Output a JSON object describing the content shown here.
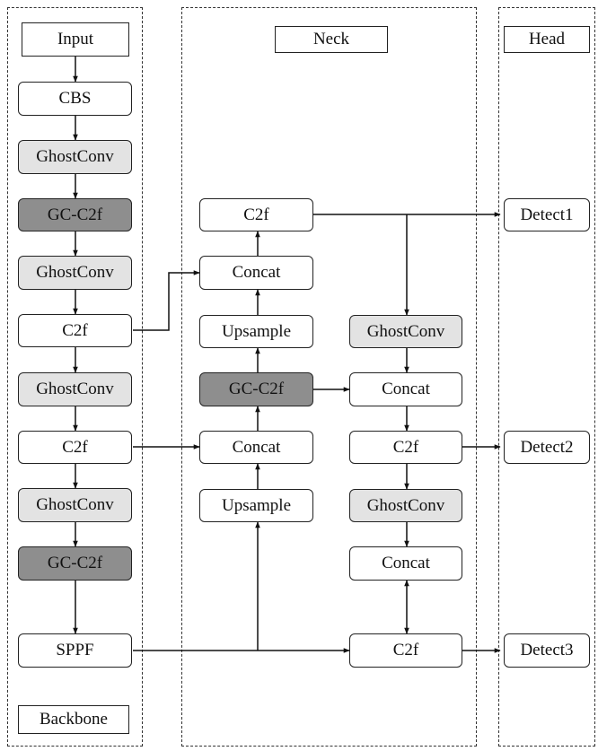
{
  "diagram": {
    "sections": {
      "backbone": "Backbone",
      "neck": "Neck",
      "head": "Head"
    },
    "input": "Input",
    "backbone_nodes": {
      "b1": "CBS",
      "b2": "GhostConv",
      "b3": "GC-C2f",
      "b4": "GhostConv",
      "b5": "C2f",
      "b6": "GhostConv",
      "b7": "C2f",
      "b8": "GhostConv",
      "b9": "GC-C2f",
      "b10": "SPPF"
    },
    "neck_nodes": {
      "n_c2f_top": "C2f",
      "n_concat_top": "Concat",
      "n_upsample_top": "Upsample",
      "n_gcc2f": "GC-C2f",
      "n_concat_mid": "Concat",
      "n_upsample_bot": "Upsample",
      "r_ghost1": "GhostConv",
      "r_concat1": "Concat",
      "r_c2f1": "C2f",
      "r_ghost2": "GhostConv",
      "r_concat2": "Concat",
      "r_c2f2": "C2f"
    },
    "head_nodes": {
      "detect1": "Detect1",
      "detect2": "Detect2",
      "detect3": "Detect3"
    },
    "colors": {
      "ghost_fill": "#e3e3e3",
      "gc_fill": "#8e8e8e",
      "node_fill": "#ffffff",
      "line": "#111111"
    }
  }
}
